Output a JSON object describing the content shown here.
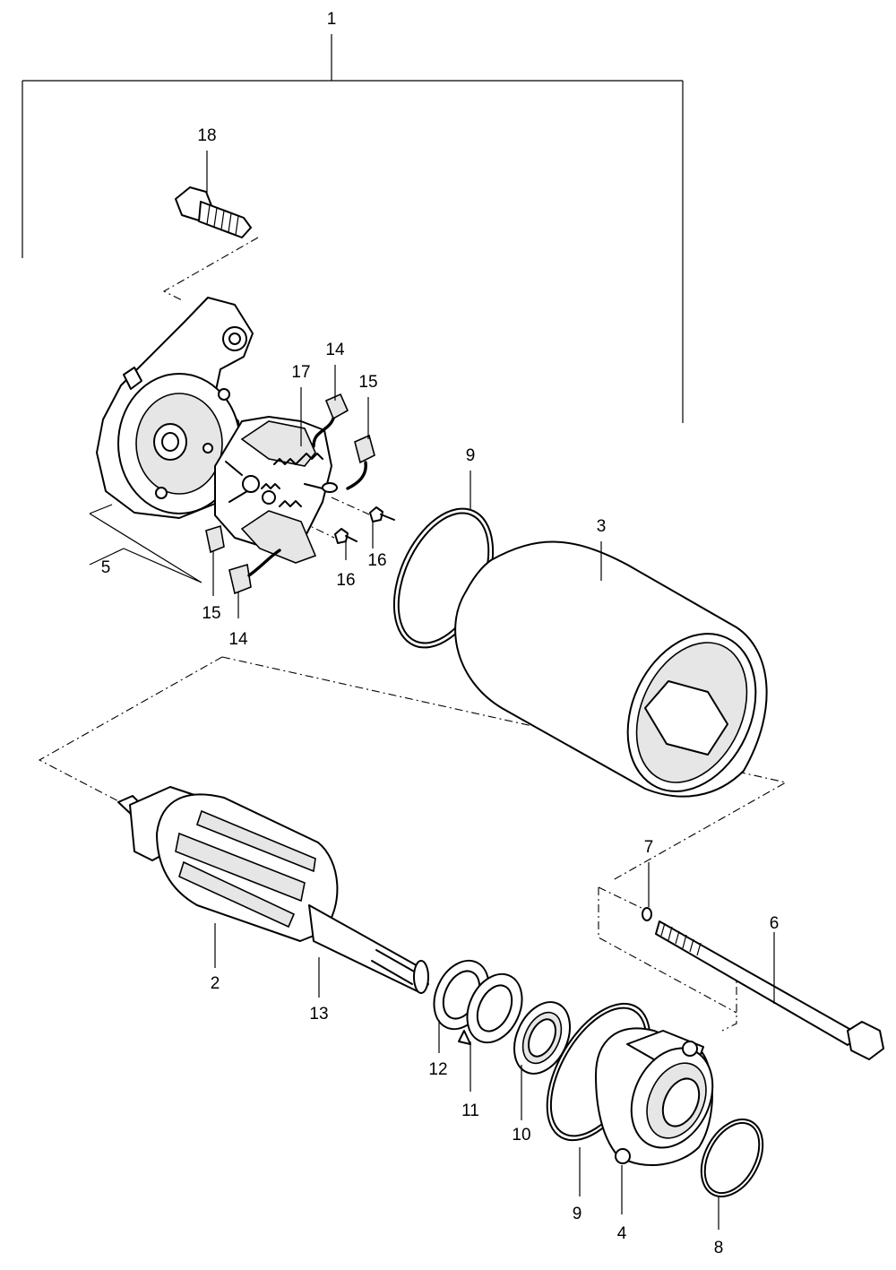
{
  "diagram": {
    "callouts": [
      {
        "id": "c1",
        "label": "1"
      },
      {
        "id": "c18",
        "label": "18"
      },
      {
        "id": "c14a",
        "label": "14"
      },
      {
        "id": "c17",
        "label": "17"
      },
      {
        "id": "c15a",
        "label": "15"
      },
      {
        "id": "c9a",
        "label": "9"
      },
      {
        "id": "c3",
        "label": "3"
      },
      {
        "id": "c16a",
        "label": "16"
      },
      {
        "id": "c16b",
        "label": "16"
      },
      {
        "id": "c5",
        "label": "5"
      },
      {
        "id": "c15b",
        "label": "15"
      },
      {
        "id": "c14b",
        "label": "14"
      },
      {
        "id": "c7",
        "label": "7"
      },
      {
        "id": "c6",
        "label": "6"
      },
      {
        "id": "c2",
        "label": "2"
      },
      {
        "id": "c13",
        "label": "13"
      },
      {
        "id": "c12",
        "label": "12"
      },
      {
        "id": "c11",
        "label": "11"
      },
      {
        "id": "c10",
        "label": "10"
      },
      {
        "id": "c9b",
        "label": "9"
      },
      {
        "id": "c4",
        "label": "4"
      },
      {
        "id": "c8",
        "label": "8"
      }
    ]
  }
}
